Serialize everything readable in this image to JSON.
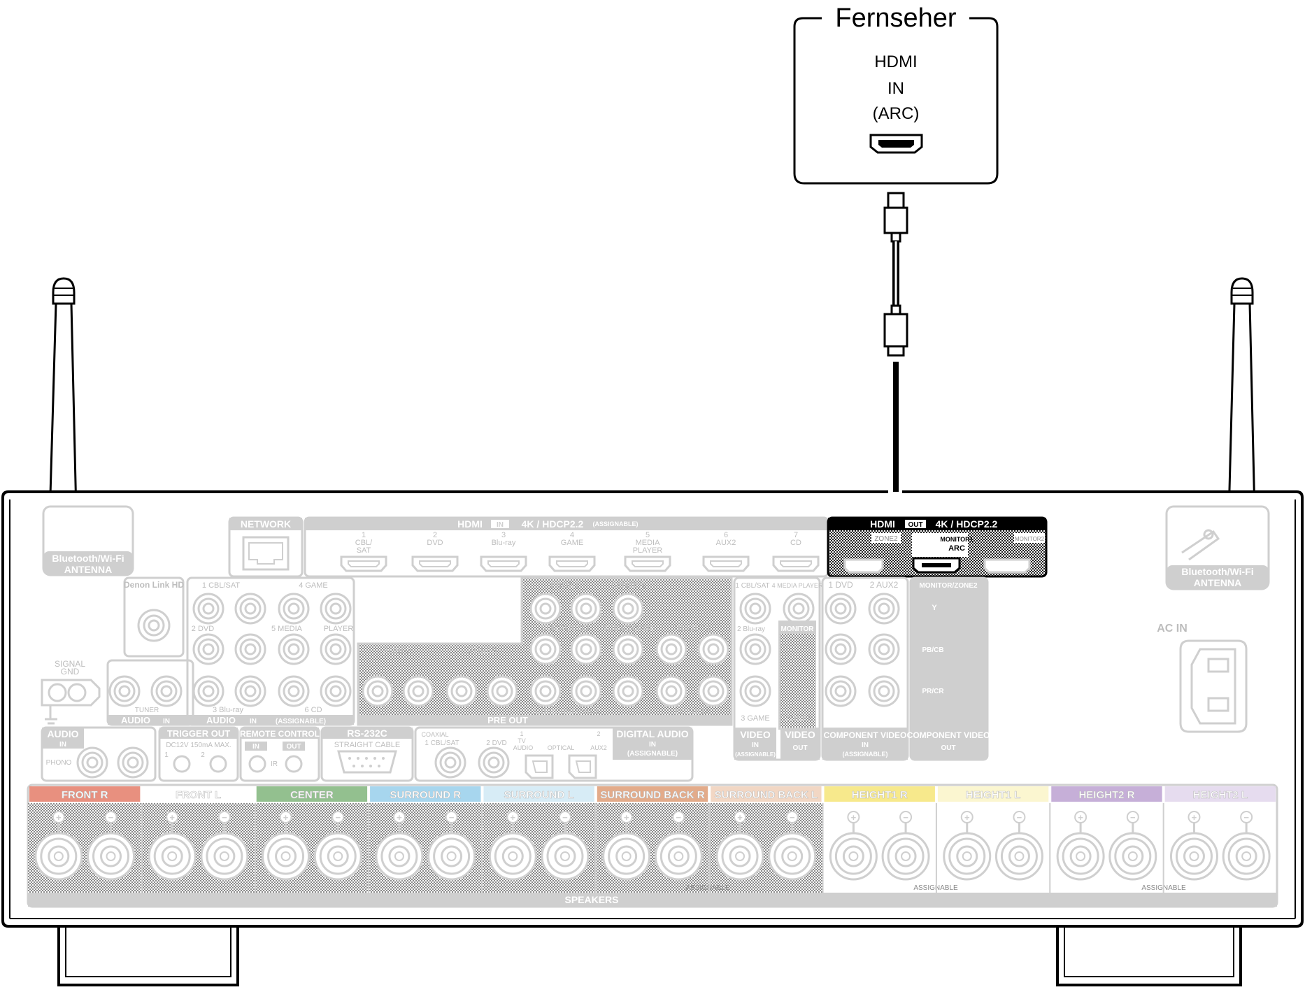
{
  "tv": {
    "title": "Fernseher",
    "port_line1": "HDMI",
    "port_line2": "IN",
    "port_line3": "(ARC)"
  },
  "antenna_left_label": [
    "Bluetooth/Wi-Fi",
    "ANTENNA"
  ],
  "antenna_right_label": [
    "Bluetooth/Wi-Fi",
    "ANTENNA"
  ],
  "network": {
    "label": "NETWORK"
  },
  "hdmi_in": {
    "header": "HDMI",
    "in_tag": "IN",
    "spec": "4K / HDCP2.2",
    "assignable": "(ASSIGNABLE)",
    "ports": [
      {
        "num": "1",
        "name": "CBL/\nSAT"
      },
      {
        "num": "2",
        "name": "DVD"
      },
      {
        "num": "3",
        "name": "Blu-ray"
      },
      {
        "num": "4",
        "name": "GAME"
      },
      {
        "num": "5",
        "name": "MEDIA\nPLAYER"
      },
      {
        "num": "6",
        "name": "AUX2"
      },
      {
        "num": "7",
        "name": "CD"
      }
    ]
  },
  "hdmi_out": {
    "header": "HDMI",
    "out_tag": "OUT",
    "spec": "4K / HDCP2.2",
    "zone2": "ZONE2",
    "monitor1": "MONITOR1",
    "arc": "ARC",
    "monitor2": "MONITOR2"
  },
  "denon_link": "Denon Link HD",
  "signal_gnd": [
    "SIGNAL",
    "GND"
  ],
  "audio_in_left": {
    "tuner": "TUNER",
    "label": "AUDIO",
    "in": "IN"
  },
  "audio_in_main": {
    "row1a": "1 CBL/SAT",
    "row1b": "4 GAME",
    "row2a": "2 DVD",
    "row2b": "5 MEDIA",
    "row2c": "PLAYER",
    "row3a": "3 Blu-ray",
    "row3b": "6 CD",
    "label": "AUDIO",
    "in": "IN",
    "assignable": "(ASSIGNABLE)"
  },
  "pre_out": {
    "front": "FRONT",
    "center": "CENTER",
    "surround": "SURROUND",
    "subwoofer": "SUBWOOFER",
    "height1": "HEIGHT1",
    "zone2": "ZONE2",
    "zone3": "ZONE3",
    "surround_back": "SURROUND BACK",
    "height2": "HEIGHT2",
    "label": "PRE OUT"
  },
  "video_in": {
    "r1": "1 CBL/SAT",
    "r1b": "4 MEDIA PLAYER",
    "r2": "2 Blu-ray",
    "monitor": "MONITOR",
    "r3": "3 GAME",
    "zone2": "ZONE2",
    "video": "VIDEO",
    "in": "IN",
    "assignable": "(ASSIGNABLE)",
    "out": "OUT"
  },
  "component": {
    "dvd": "1 DVD",
    "aux2": "2 AUX2",
    "monitor_zone2": "MONITOR/ZONE2",
    "y": "Y",
    "pb": "PB/CB",
    "pr": "PR/CR",
    "label": "COMPONENT VIDEO",
    "in": "IN",
    "assignable": "(ASSIGNABLE)",
    "out": "OUT"
  },
  "ac_in": "AC IN",
  "audio_phono": {
    "label": "AUDIO",
    "in": "IN",
    "phono": "PHONO"
  },
  "trigger": {
    "label": "TRIGGER OUT",
    "spec": "DC12V 150mA MAX.",
    "n1": "1",
    "n2": "2"
  },
  "remote": {
    "label": "REMOTE CONTROL",
    "in": "IN",
    "out": "OUT",
    "ir": "IR"
  },
  "rs232": {
    "label": "RS-232C",
    "sub": "STRAIGHT CABLE"
  },
  "digital_audio": {
    "coaxial": "COAXIAL",
    "c1": "1 CBL/SAT",
    "c2": "2 DVD",
    "tv": "TV",
    "audio": "AUDIO",
    "optical": "OPTICAL",
    "aux2": "AUX2",
    "n1": "1",
    "n2": "2",
    "label": "DIGITAL AUDIO",
    "in": "IN",
    "assignable": "(ASSIGNABLE)"
  },
  "speakers": {
    "label": "SPEAKERS",
    "assignable": "ASSIGNABLE",
    "channels": [
      {
        "name": "FRONT",
        "side": "R",
        "color": "#e8907f"
      },
      {
        "name": "FRONT",
        "side": "L",
        "color": "#ffffff"
      },
      {
        "name": "CENTER",
        "side": "",
        "color": "#93c08f"
      },
      {
        "name": "SURROUND",
        "side": "R",
        "color": "#a7d6ee"
      },
      {
        "name": "SURROUND",
        "side": "L",
        "color": "#d7ecf6"
      },
      {
        "name": "SURROUND BACK",
        "side": "R",
        "color": "#e3ab8a"
      },
      {
        "name": "SURROUND BACK",
        "side": "L",
        "color": "#f2d7c4"
      },
      {
        "name": "HEIGHT1",
        "side": "R",
        "color": "#f7e98c"
      },
      {
        "name": "HEIGHT1",
        "side": "L",
        "color": "#fbf6d0"
      },
      {
        "name": "HEIGHT2",
        "side": "R",
        "color": "#c6afd8"
      },
      {
        "name": "HEIGHT2",
        "side": "L",
        "color": "#e6dcef"
      }
    ]
  },
  "colors": {
    "panel_gray": "#cccccc",
    "label_gray": "#bdbdbd",
    "black": "#000000"
  }
}
